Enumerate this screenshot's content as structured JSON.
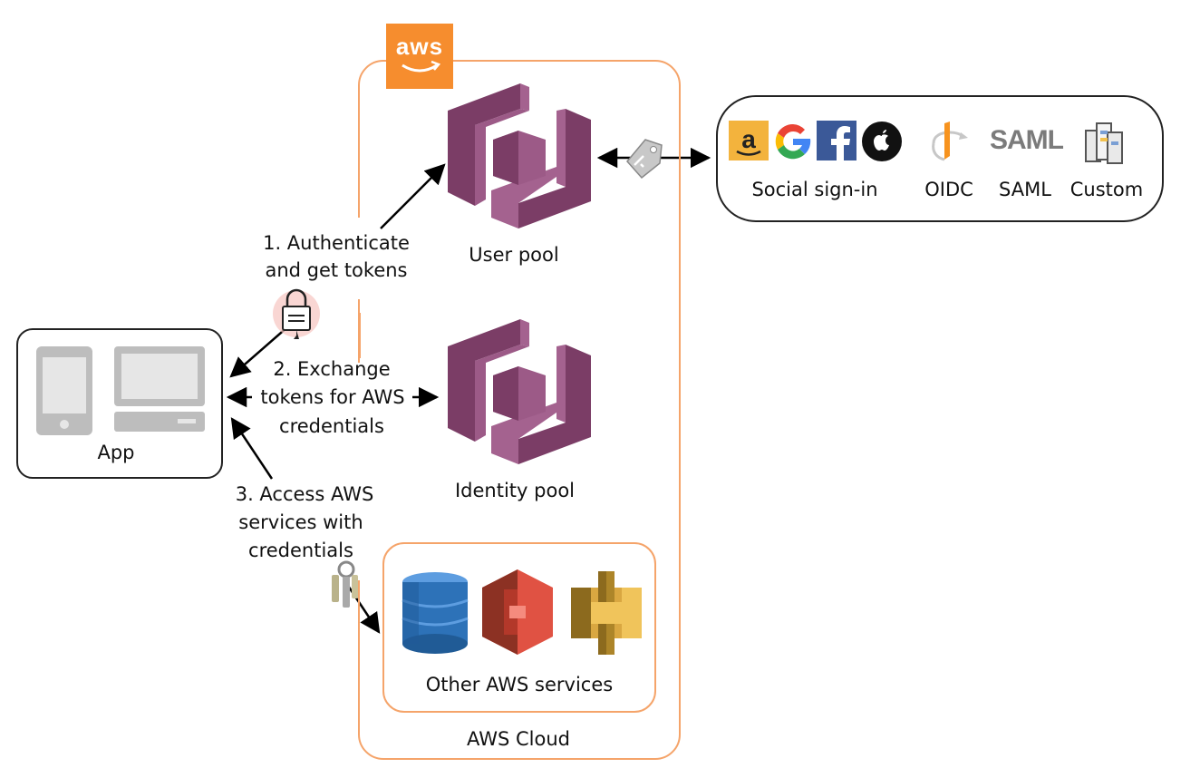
{
  "aws_logo": "aws",
  "cloud": {
    "label": "AWS Cloud",
    "color": "#f5a46a"
  },
  "app": {
    "label": "App"
  },
  "user_pool": {
    "label": "User pool",
    "color": "#7b3d66"
  },
  "identity_pool": {
    "label": "Identity pool",
    "color": "#7b3d66"
  },
  "other_services": {
    "label": "Other AWS services",
    "icons": [
      "dynamodb-icon",
      "s3-icon",
      "api-gateway-icon"
    ]
  },
  "providers": {
    "social_label": "Social sign-in",
    "oidc_label": "OIDC",
    "saml_label": "SAML",
    "saml_logo_text": "SAML",
    "custom_label": "Custom",
    "social_icons": [
      "amazon-icon",
      "google-icon",
      "facebook-icon",
      "apple-icon"
    ]
  },
  "steps": {
    "step1_line1": "1. Authenticate",
    "step1_line2": "and get tokens",
    "step2_line1": "2. Exchange",
    "step2_line2": "tokens for AWS",
    "step2_line3": "credentials",
    "step3_line1": "3. Access AWS",
    "step3_line2": "services with",
    "step3_line3": "credentials"
  }
}
